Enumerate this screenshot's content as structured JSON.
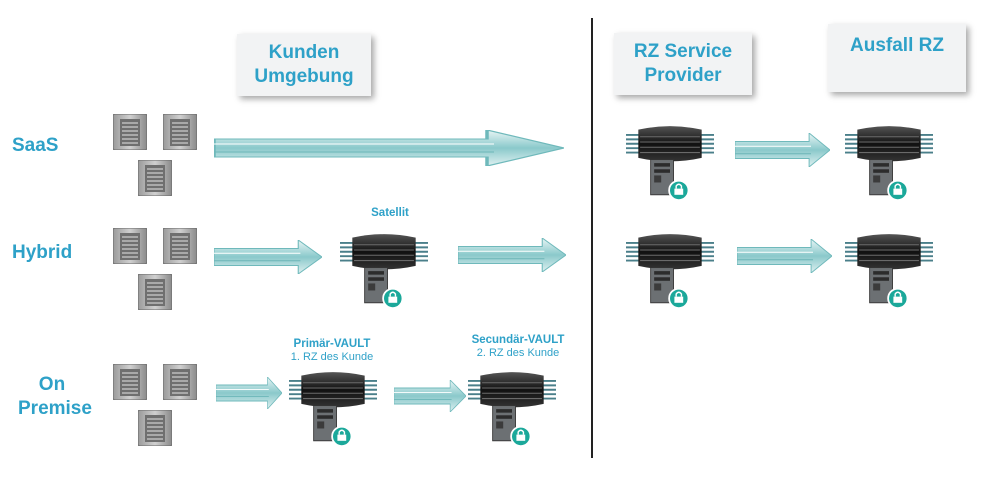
{
  "headers": {
    "kunden": {
      "line1": "Kunden",
      "line2": "Umgebung"
    },
    "rz_service": {
      "line1": "RZ Service",
      "line2": "Provider"
    },
    "ausfall": {
      "line1": "Ausfall RZ"
    }
  },
  "rows": {
    "saas": "SaaS",
    "hybrid": "Hybrid",
    "on_premise": {
      "line1": "On",
      "line2": "Premise"
    }
  },
  "captions": {
    "satellit": "Satellit",
    "primaer_title": "Primär-VAULT",
    "primaer_sub": "1. RZ des Kunde",
    "secundaer_title": "Secundär-VAULT",
    "secundaer_sub": "2. RZ des Kunde"
  },
  "colors": {
    "accent": "#2ea1c8",
    "arrow": "#7fc4c6",
    "lock": "#1ba89a"
  },
  "icons": {
    "server": "server-cluster-icon",
    "vault": "vault-appliance-icon",
    "arrow": "flow-arrow-icon"
  }
}
